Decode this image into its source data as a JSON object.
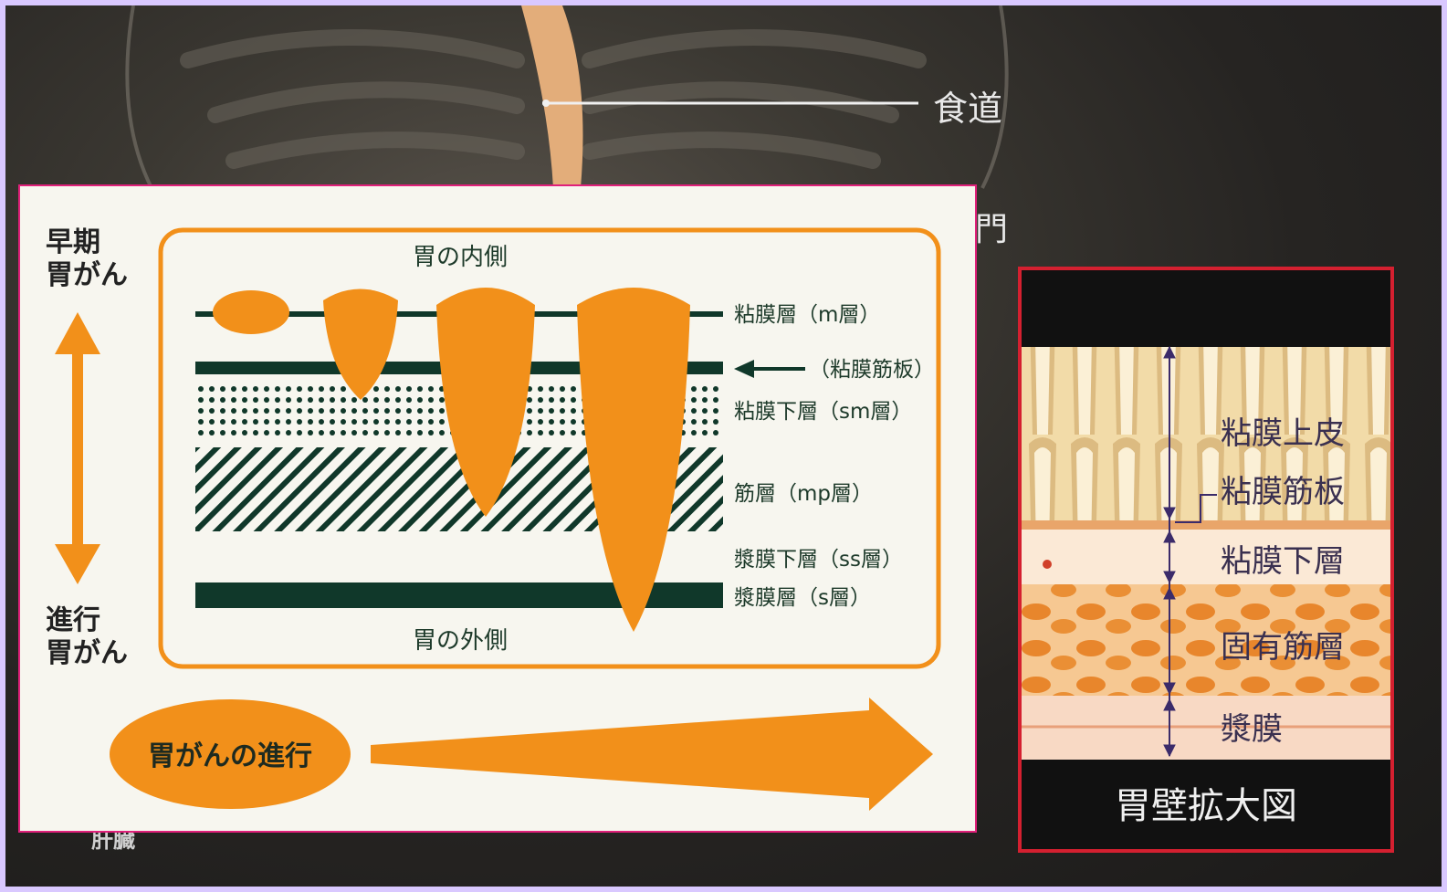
{
  "scene": {
    "esophagus_label": "食道",
    "partial_label_top": "門",
    "partial_label_bottom": "肝臓"
  },
  "diagram": {
    "early_label_line1": "早期",
    "early_label_line2": "胃がん",
    "advanced_label_line1": "進行",
    "advanced_label_line2": "胃がん",
    "inner_side": "胃の内側",
    "outer_side": "胃の外側",
    "layers": {
      "mucosa": "粘膜層（m層）",
      "muscularis_mucosae": "（粘膜筋板）",
      "submucosa": "粘膜下層（sm層）",
      "muscle": "筋層（mp層）",
      "subserosa": "漿膜下層（ss層）",
      "serosa": "漿膜層（s層）"
    },
    "progression_label": "胃がんの進行",
    "colors": {
      "orange": "#f2901a",
      "dark_green": "#10382a"
    }
  },
  "wall_figure": {
    "title": "胃壁拡大図",
    "labels": {
      "epithelium": "粘膜上皮",
      "muscularis_mucosae": "粘膜筋板",
      "submucosa": "粘膜下層",
      "muscularis_propria": "固有筋層",
      "serosa": "漿膜"
    },
    "colors": {
      "frame": "#d42030"
    }
  }
}
